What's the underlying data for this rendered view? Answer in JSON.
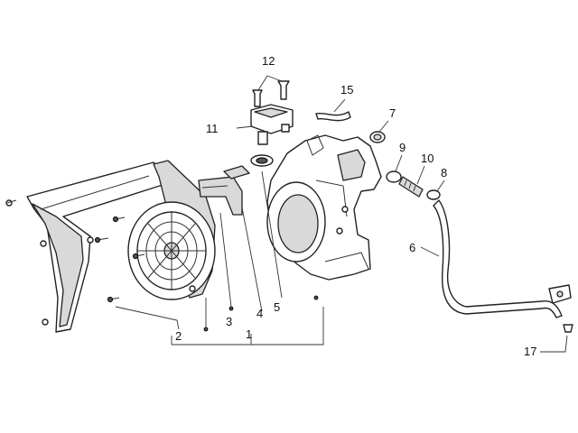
{
  "callouts": [
    {
      "id": "1",
      "text": "1"
    },
    {
      "id": "2",
      "text": "2"
    },
    {
      "id": "3",
      "text": "3"
    },
    {
      "id": "4",
      "text": "4"
    },
    {
      "id": "5",
      "text": "5"
    },
    {
      "id": "6",
      "text": "6"
    },
    {
      "id": "7",
      "text": "7"
    },
    {
      "id": "8",
      "text": "8"
    },
    {
      "id": "9",
      "text": "9"
    },
    {
      "id": "10",
      "text": "10"
    },
    {
      "id": "11",
      "text": "11"
    },
    {
      "id": "12",
      "text": "12"
    },
    {
      "id": "15",
      "text": "15"
    },
    {
      "id": "17",
      "text": "17"
    }
  ],
  "parts": [
    "fan-cover",
    "cooling-shroud",
    "seal",
    "air-duct-housing",
    "thermostat",
    "vent-hose",
    "hose-clamp",
    "screw"
  ]
}
